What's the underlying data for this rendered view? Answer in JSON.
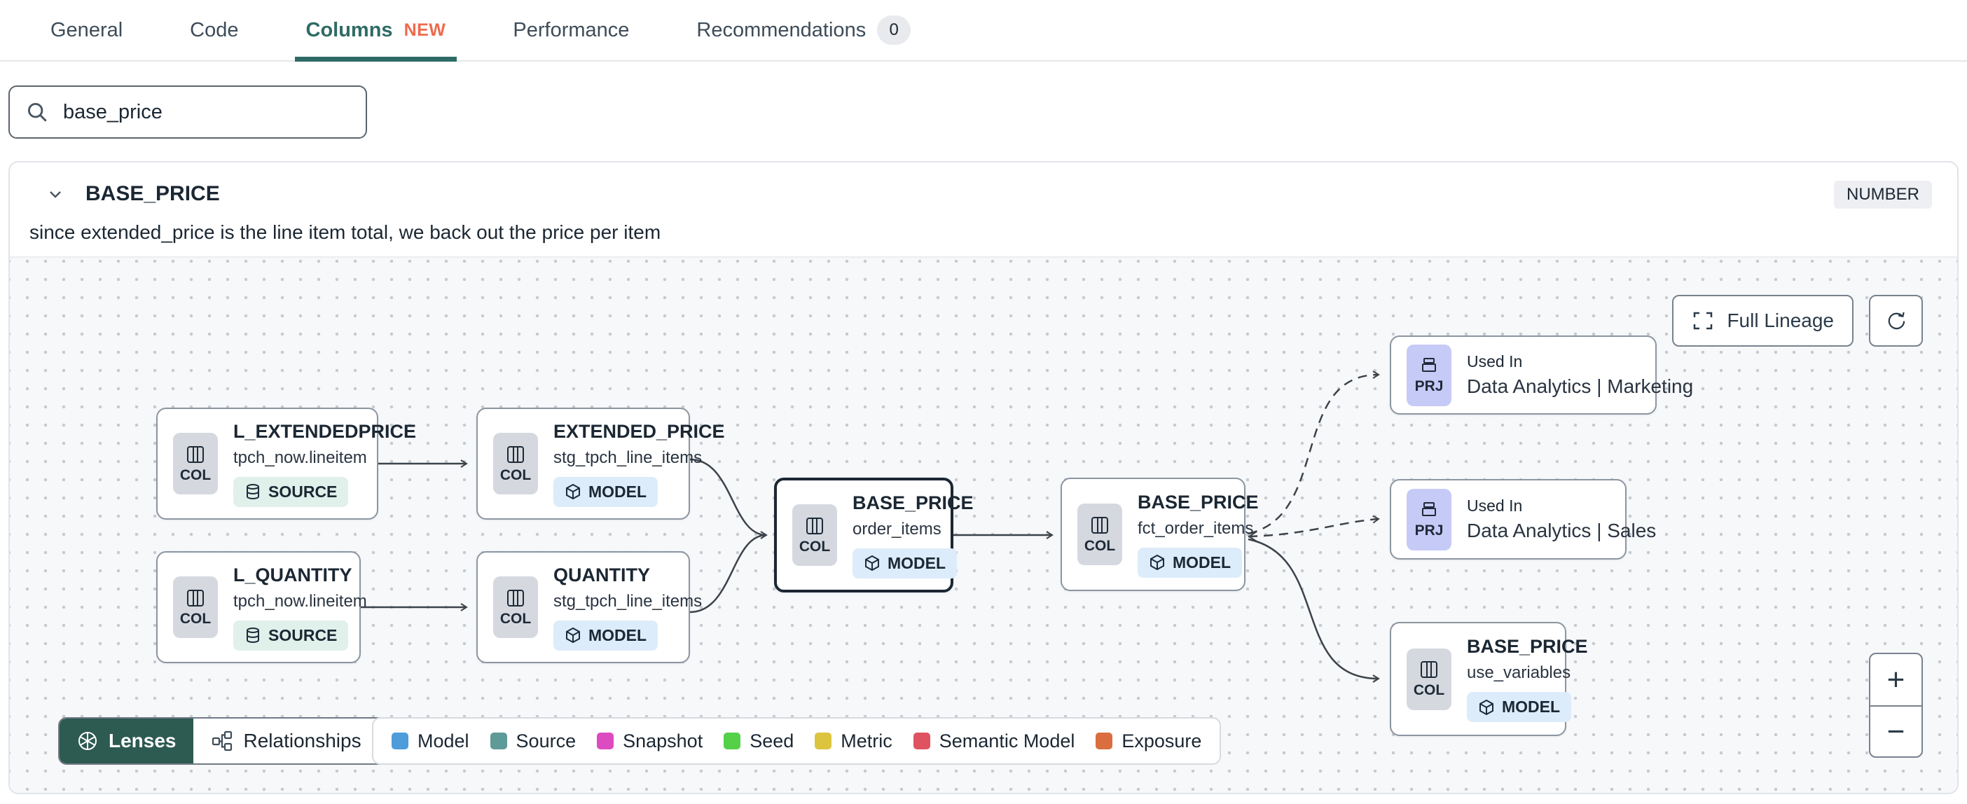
{
  "tabs": {
    "general": "General",
    "code": "Code",
    "columns": "Columns",
    "columns_badge": "NEW",
    "performance": "Performance",
    "recommendations": "Recommendations",
    "recommendations_count": "0"
  },
  "search": {
    "value": "base_price"
  },
  "column_panel": {
    "name": "BASE_PRICE",
    "type_badge": "NUMBER",
    "description": "since extended_price is the line item total, we back out the price per item"
  },
  "lineage": {
    "controls": {
      "full_lineage": "Full Lineage",
      "lenses": "Lenses",
      "relationships": "Relationships",
      "zoom_in": "+",
      "zoom_out": "−"
    },
    "nodes": [
      {
        "title": "L_EXTENDEDPRICE",
        "subtitle": "tpch_now.lineitem",
        "chip": "COL",
        "badge": "SOURCE"
      },
      {
        "title": "EXTENDED_PRICE",
        "subtitle": "stg_tpch_line_items",
        "chip": "COL",
        "badge": "MODEL"
      },
      {
        "title": "L_QUANTITY",
        "subtitle": "tpch_now.lineitem",
        "chip": "COL",
        "badge": "SOURCE"
      },
      {
        "title": "QUANTITY",
        "subtitle": "stg_tpch_line_items",
        "chip": "COL",
        "badge": "MODEL"
      },
      {
        "title": "BASE_PRICE",
        "subtitle": "order_items",
        "chip": "COL",
        "badge": "MODEL",
        "selected": true
      },
      {
        "title": "BASE_PRICE",
        "subtitle": "fct_order_items",
        "chip": "COL",
        "badge": "MODEL"
      },
      {
        "title": "Used In",
        "subtitle": "Data Analytics | Marketing",
        "chip": "PRJ"
      },
      {
        "title": "Used In",
        "subtitle": "Data Analytics | Sales",
        "chip": "PRJ"
      },
      {
        "title": "BASE_PRICE",
        "subtitle": "use_variables",
        "chip": "COL",
        "badge": "MODEL"
      }
    ],
    "legend": [
      {
        "label": "Model",
        "color": "#4e9cd9"
      },
      {
        "label": "Source",
        "color": "#5d9a98"
      },
      {
        "label": "Snapshot",
        "color": "#dd4bc0"
      },
      {
        "label": "Seed",
        "color": "#54d148"
      },
      {
        "label": "Metric",
        "color": "#ddc43e"
      },
      {
        "label": "Semantic Model",
        "color": "#df5360"
      },
      {
        "label": "Exposure",
        "color": "#da6e3f"
      }
    ]
  },
  "colors": {
    "active_tab_teal": "#2f6b66",
    "new_badge_orange": "#ee6a4d",
    "lenses_button_green": "#2d5a51",
    "canvas_background": "#f7f8fa",
    "selected_node_border": "#1b2733",
    "model_badge_bg": "#ddecfa",
    "source_badge_bg": "#e0f0ea",
    "prj_chip_bg": "#c6caf7",
    "col_chip_bg": "#d5d9df"
  }
}
